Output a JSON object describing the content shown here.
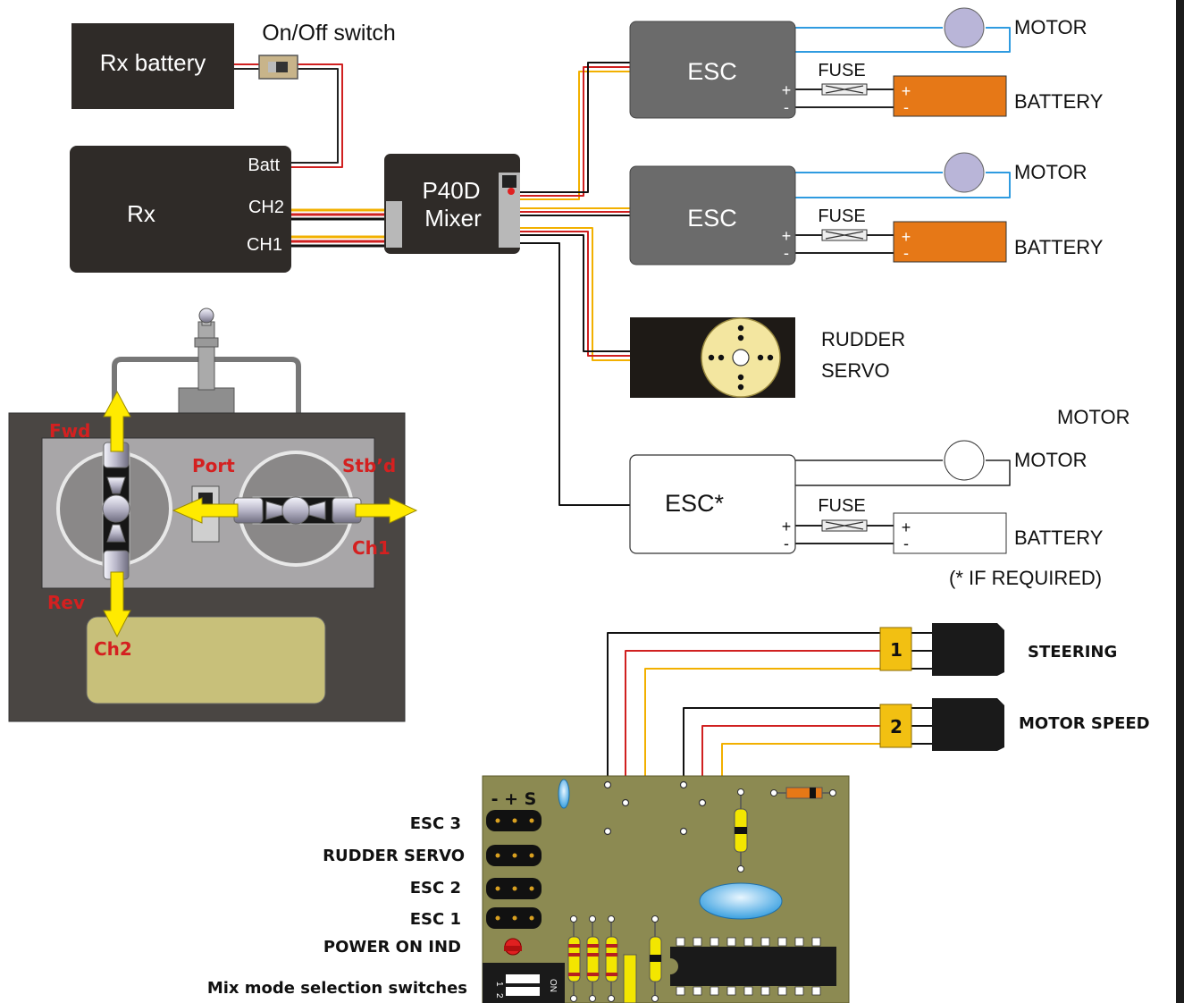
{
  "rx_battery": {
    "label": "Rx battery"
  },
  "switch": {
    "label": "On/Off switch"
  },
  "receiver": {
    "label": "Rx",
    "ports": [
      "Batt",
      "CH2",
      "CH1"
    ]
  },
  "mixer": {
    "line1": "P40D",
    "line2": "Mixer"
  },
  "esc_units": [
    {
      "label": "ESC",
      "plus": "+",
      "minus": "-",
      "fuse": "FUSE",
      "motor": "MOTOR",
      "battery": "BATTERY",
      "bplus": "+",
      "bminus": "-"
    },
    {
      "label": "ESC",
      "plus": "+",
      "minus": "-",
      "fuse": "FUSE",
      "motor": "MOTOR",
      "battery": "BATTERY",
      "bplus": "+",
      "bminus": "-"
    },
    {
      "label": "ESC*",
      "plus": "+",
      "minus": "-",
      "fuse": "FUSE",
      "motor": "MOTOR",
      "battery": "BATTERY",
      "bplus": "+",
      "bminus": "-"
    }
  ],
  "extra_motor_label": "MOTOR",
  "rudder_servo": {
    "line1": "RUDDER",
    "line2": "SERVO"
  },
  "if_required_note": "(* IF REQUIRED)",
  "transmitter": {
    "fwd": "Fwd",
    "rev": "Rev",
    "port": "Port",
    "stbd": "Stb’d",
    "ch1": "Ch1",
    "ch2": "Ch2"
  },
  "connectors": [
    {
      "num": "1",
      "label": "STEERING"
    },
    {
      "num": "2",
      "label": "MOTOR SPEED"
    }
  ],
  "board": {
    "header": "- + S",
    "pin_labels": [
      "ESC 3",
      "RUDDER SERVO",
      "ESC 2",
      "ESC 1",
      "POWER ON IND"
    ],
    "switch_label": "Mix mode selection switches",
    "dip_numbers": [
      "1",
      "2"
    ],
    "dip_on": "ON"
  },
  "colors": {
    "dark_box": "#2f2b28",
    "esc_grey": "#6b6b6b",
    "battery_orange": "#e67817",
    "motor_lilac": "#b9b5d8",
    "board_green": "#8c8a52",
    "connector_yellow": "#f2c012",
    "arrow_yellow": "#ffea00",
    "label_red": "#d42020"
  }
}
